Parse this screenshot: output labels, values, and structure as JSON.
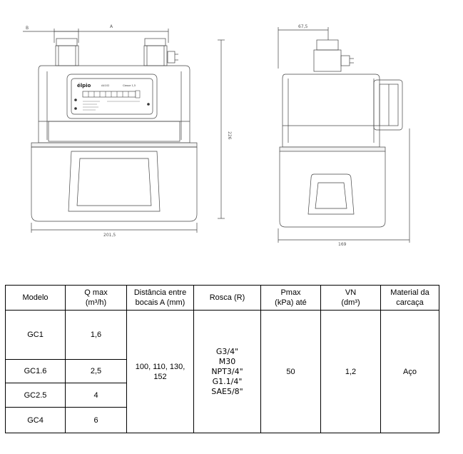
{
  "drawing": {
    "dimensions": {
      "b": "B",
      "a": "A",
      "height": "226",
      "width_front": "201,5",
      "top_right": "67,5",
      "width_side": "169"
    },
    "meter": {
      "brand": "élpio",
      "model_code": "A4102",
      "class": "Classe 1,5"
    }
  },
  "table": {
    "headers": [
      {
        "line1": "Modelo",
        "line2": ""
      },
      {
        "line1": "Q max",
        "line2": "(m³/h)"
      },
      {
        "line1": "Distância entre",
        "line2": "bocais A (mm)"
      },
      {
        "line1": "Rosca (R)",
        "line2": ""
      },
      {
        "line1": "Pmax",
        "line2": "(kPa) até"
      },
      {
        "line1": "VN",
        "line2": "(dm³)"
      },
      {
        "line1": "Material da",
        "line2": "carcaça"
      }
    ],
    "rows": [
      {
        "modelo": "GC1",
        "qmax": "1,6"
      },
      {
        "modelo": "GC1.6",
        "qmax": "2,5"
      },
      {
        "modelo": "GC2.5",
        "qmax": "4"
      },
      {
        "modelo": "GC4",
        "qmax": "6"
      }
    ],
    "distancia": "100, 110, 130, 152",
    "rosca": [
      "G3/4\"",
      "M30",
      "NPT3/4\"",
      "G1.1/4\"",
      "SAE5/8\""
    ],
    "pmax": "50",
    "vn": "1,2",
    "material": "Aço"
  }
}
